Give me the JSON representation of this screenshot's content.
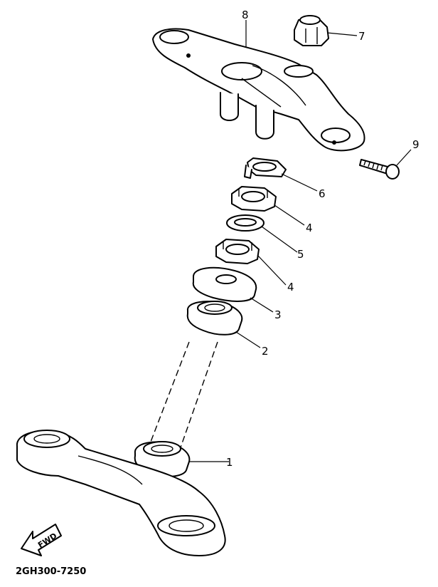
{
  "parts": [
    {
      "key": "p1",
      "label": "1"
    },
    {
      "key": "p2",
      "label": "2"
    },
    {
      "key": "p3",
      "label": "3"
    },
    {
      "key": "p4a",
      "label": "4"
    },
    {
      "key": "p4b",
      "label": "4"
    },
    {
      "key": "p5",
      "label": "5"
    },
    {
      "key": "p6",
      "label": "6"
    },
    {
      "key": "p7",
      "label": "7"
    },
    {
      "key": "p8",
      "label": "8"
    },
    {
      "key": "p9",
      "label": "9"
    }
  ],
  "direction_arrow": {
    "label": "FWD",
    "icon": "forward-arrow-icon"
  },
  "diagram_code": "2GH300-7250"
}
